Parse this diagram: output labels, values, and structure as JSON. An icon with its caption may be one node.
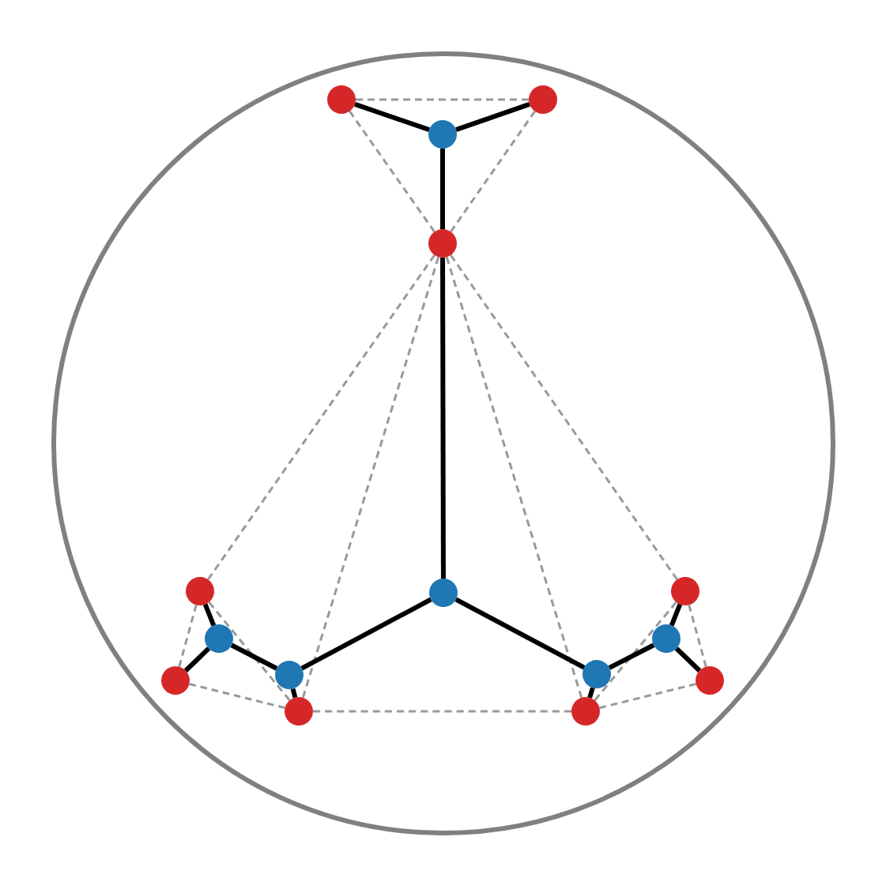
{
  "diagram": {
    "nodes": [
      {
        "text": [],
        "shape": "circle"
      },
      {
        "text": [],
        "shape": "circle"
      },
      {
        "text": [],
        "shape": "circle"
      },
      {
        "text": [],
        "shape": "circle"
      },
      {
        "text": [],
        "shape": "circle"
      },
      {
        "text": [],
        "shape": "circle"
      },
      {
        "text": [],
        "shape": "circle"
      },
      {
        "text": [],
        "shape": "circle"
      },
      {
        "text": [],
        "shape": "circle"
      },
      {
        "text": [],
        "shape": "circle"
      },
      {
        "text": [],
        "shape": "circle"
      },
      {
        "text": [],
        "shape": "circle"
      },
      {
        "text": [],
        "shape": "circle"
      },
      {
        "text": [],
        "shape": "circle"
      },
      {
        "text": [],
        "shape": "circle"
      }
    ],
    "edges": [
      {
        "from": 0,
        "to": 2,
        "arrow": "none",
        "style": "thick"
      },
      {
        "from": 1,
        "to": 2,
        "arrow": "none",
        "style": "thick"
      },
      {
        "from": 2,
        "to": 3,
        "arrow": "none",
        "style": "thick"
      },
      {
        "from": 3,
        "to": 5,
        "arrow": "none",
        "style": "thick"
      },
      {
        "from": 5,
        "to": 9,
        "arrow": "none",
        "style": "thick"
      },
      {
        "from": 5,
        "to": 10,
        "arrow": "none",
        "style": "thick"
      },
      {
        "from": 9,
        "to": 7,
        "arrow": "none",
        "style": "thick"
      },
      {
        "from": 7,
        "to": 4,
        "arrow": "none",
        "style": "thick"
      },
      {
        "from": 7,
        "to": 11,
        "arrow": "none",
        "style": "thick"
      },
      {
        "from": 9,
        "to": 13,
        "arrow": "none",
        "style": "thick"
      },
      {
        "from": 10,
        "to": 8,
        "arrow": "none",
        "style": "thick"
      },
      {
        "from": 8,
        "to": 6,
        "arrow": "none",
        "style": "thick"
      },
      {
        "from": 8,
        "to": 12,
        "arrow": "none",
        "style": "thick"
      },
      {
        "from": 10,
        "to": 14,
        "arrow": "none",
        "style": "thick"
      },
      {
        "from": 0,
        "to": 1,
        "arrow": "none",
        "style": "dashed",
        "color": "#999999"
      },
      {
        "from": 0,
        "to": 3,
        "arrow": "none",
        "style": "dashed",
        "color": "#999999"
      },
      {
        "from": 1,
        "to": 3,
        "arrow": "none",
        "style": "dashed",
        "color": "#999999"
      },
      {
        "from": 3,
        "to": 4,
        "arrow": "none",
        "style": "dashed",
        "color": "#999999"
      },
      {
        "from": 3,
        "to": 13,
        "arrow": "none",
        "style": "dashed",
        "color": "#999999"
      },
      {
        "from": 3,
        "to": 14,
        "arrow": "none",
        "style": "dashed",
        "color": "#999999"
      },
      {
        "from": 3,
        "to": 6,
        "arrow": "none",
        "style": "dashed",
        "color": "#999999"
      },
      {
        "from": 4,
        "to": 11,
        "arrow": "none",
        "style": "dashed",
        "color": "#999999"
      },
      {
        "from": 4,
        "to": 13,
        "arrow": "none",
        "style": "dashed",
        "color": "#999999"
      },
      {
        "from": 11,
        "to": 13,
        "arrow": "none",
        "style": "dashed",
        "color": "#999999"
      },
      {
        "from": 13,
        "to": 14,
        "arrow": "none",
        "style": "dashed",
        "color": "#999999"
      },
      {
        "from": 6,
        "to": 12,
        "arrow": "none",
        "style": "dashed",
        "color": "#999999"
      },
      {
        "from": 6,
        "to": 14,
        "arrow": "none",
        "style": "dashed",
        "color": "#999999"
      },
      {
        "from": 12,
        "to": 14,
        "arrow": "none",
        "style": "dashed",
        "color": "#999999"
      }
    ]
  }
}
